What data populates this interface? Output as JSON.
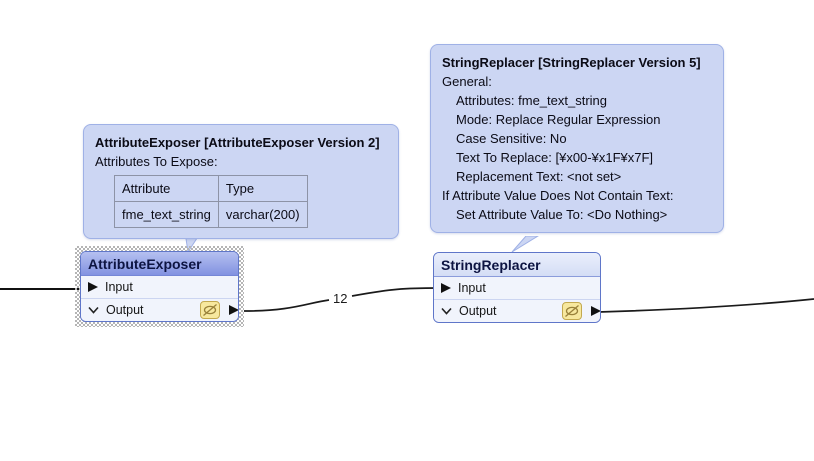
{
  "annotations": {
    "attribute_exposer": {
      "title": "AttributeExposer [AttributeExposer Version 2]",
      "subtitle": "Attributes To Expose:",
      "table": {
        "headers": [
          "Attribute",
          "Type"
        ],
        "rows": [
          [
            "fme_text_string",
            "varchar(200)"
          ]
        ]
      }
    },
    "string_replacer": {
      "title": "StringReplacer [StringReplacer Version 5]",
      "lines": [
        "General:",
        "Attributes: fme_text_string",
        "Mode: Replace Regular Expression",
        "Case Sensitive: No",
        "Text To Replace: [¥x00-¥x1F¥x7F]",
        "Replacement Text: <not set>",
        "If Attribute Value Does Not Contain Text:",
        "Set Attribute Value To: <Do Nothing>"
      ]
    }
  },
  "nodes": {
    "attribute_exposer": {
      "title": "AttributeExposer",
      "input_port": "Input",
      "output_port": "Output",
      "selected": true
    },
    "string_replacer": {
      "title": "StringReplacer",
      "input_port": "Input",
      "output_port": "Output",
      "selected": false
    }
  },
  "connections": {
    "feature_count_label": "12"
  },
  "icons": {
    "input_port": "right-arrow-port",
    "output_port": "right-arrow-port",
    "collapse": "chevron-down",
    "feature_caching_disabled": "eye-slash"
  },
  "colors": {
    "annotation_bg": "#ccd6f3",
    "annotation_border": "#9fb1e6",
    "node_border": "#5f76c9",
    "selected_header_top": "#b5c0f0",
    "selected_header_bottom": "#8292e1",
    "unselected_header_top": "#eaeffc",
    "unselected_header_bottom": "#d4ddf5",
    "node_body": "#f1f4fc",
    "cache_icon_fill": "#f7e89e",
    "cache_icon_border": "#c3a94f",
    "wire": "#111111"
  }
}
